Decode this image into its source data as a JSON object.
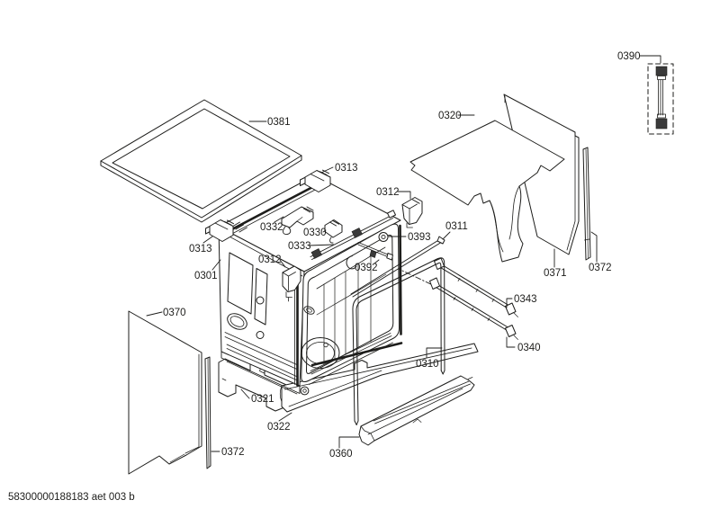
{
  "page": {
    "background": "#ffffff",
    "line_color": "#1d1d1b"
  },
  "footer": {
    "code": "58300000188183 aet 003 b"
  },
  "callouts": {
    "top_panel": "0381",
    "hinge_bracket_top": "0313",
    "hinge_bracket_left": "0313",
    "bracket_right": "0312",
    "bracket_front_left": "0312",
    "insulation": "0320",
    "hose_kit": "0390",
    "wiring_module": "0332",
    "clip": "0330",
    "hinge_rod": "0333",
    "trim_rail": "0311",
    "grommet": "0393",
    "clamp": "0392",
    "tub": "0301",
    "rear_panel": "0371",
    "trim_strip_right": "0372",
    "trim_strip_left": "0372",
    "slide_rail_upper": "0343",
    "slide_rail_lower": "0340",
    "door_seal": "0310",
    "side_panel": "0370",
    "base_rail_side": "0321",
    "base_rail_front": "0322",
    "base_trim": "0360"
  }
}
